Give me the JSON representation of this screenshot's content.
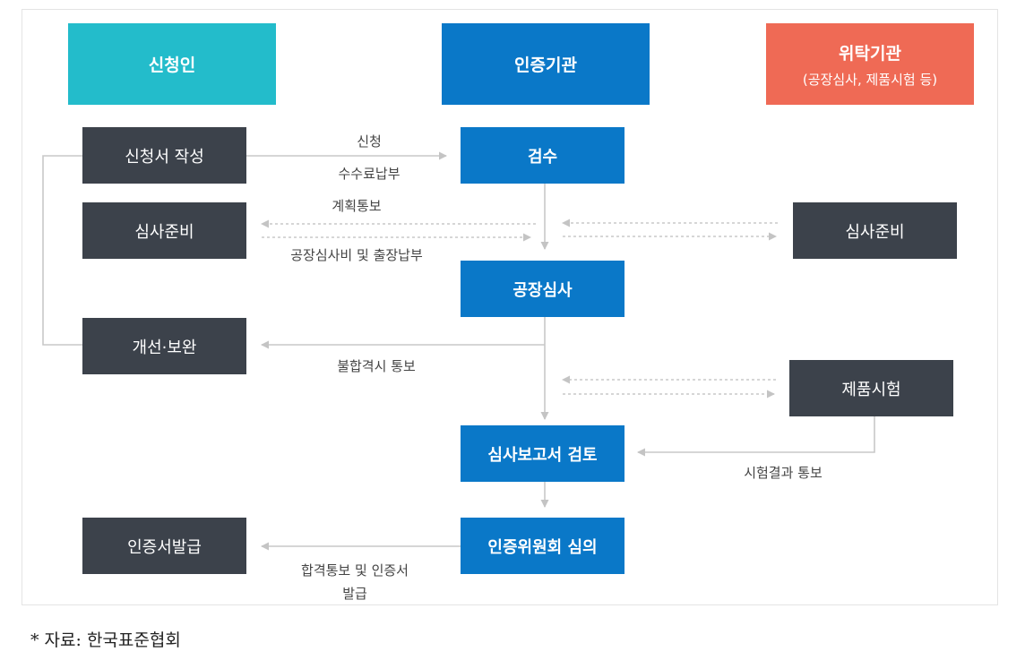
{
  "headers": {
    "applicant": "신청인",
    "cert_body": "인증기관",
    "delegate_title": "위탁기관",
    "delegate_sub": "(공장심사, 제품시험 등)"
  },
  "left_boxes": {
    "application": "신청서 작성",
    "prep": "심사준비",
    "improve": "개선·보완",
    "issue": "인증서발급"
  },
  "center_boxes": {
    "receipt": "검수",
    "factory_audit": "공장심사",
    "report_review": "심사보고서 검토",
    "committee": "인증위원회 심의"
  },
  "right_boxes": {
    "prep": "심사준비",
    "product_test": "제품시험"
  },
  "labels": {
    "apply": "신청",
    "fee": "수수료납부",
    "plan_notice": "계획통보",
    "audit_fee": "공장심사비 및 출장납부",
    "fail_notice": "불합격시 통보",
    "test_result": "시험결과 통보",
    "pass_notice_1": "합격통보 및 인증서",
    "pass_notice_2": "발급"
  },
  "source": "* 자료: 한국표준협회",
  "colors": {
    "teal": "#23bccb",
    "blue": "#0a78c8",
    "red": "#ef6a55",
    "dark": "#3c424b",
    "arrow": "#c8c8c8"
  }
}
